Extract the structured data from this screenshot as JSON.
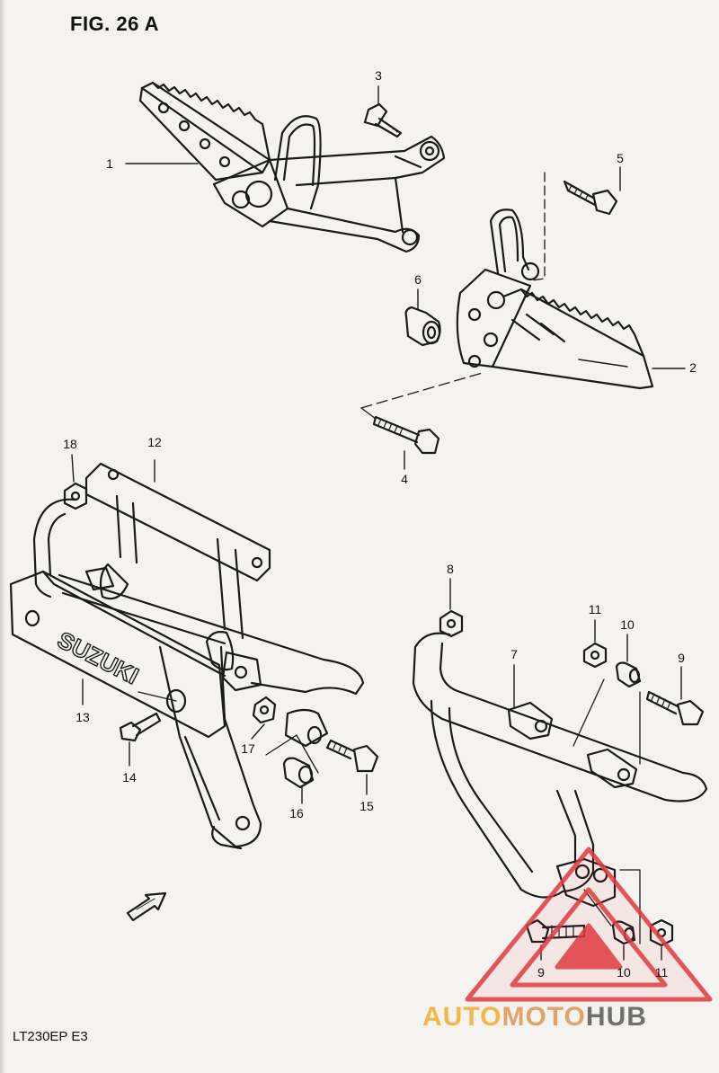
{
  "figure": {
    "title": "FIG. 26 A",
    "model_code": "LT230EP  E3"
  },
  "emblem_text": "SUZUKI",
  "watermark": {
    "part_a": "AUTO",
    "part_b": "MOTO",
    "part_c": "HUB"
  },
  "callouts": [
    {
      "id": "c1",
      "label": "1"
    },
    {
      "id": "c2",
      "label": "2"
    },
    {
      "id": "c3",
      "label": "3"
    },
    {
      "id": "c4",
      "label": "4"
    },
    {
      "id": "c5",
      "label": "5"
    },
    {
      "id": "c6",
      "label": "6"
    },
    {
      "id": "c7",
      "label": "7"
    },
    {
      "id": "c8",
      "label": "8"
    },
    {
      "id": "c9a",
      "label": "9"
    },
    {
      "id": "c9b",
      "label": "9"
    },
    {
      "id": "c10a",
      "label": "10"
    },
    {
      "id": "c10b",
      "label": "10"
    },
    {
      "id": "c11a",
      "label": "11"
    },
    {
      "id": "c11b",
      "label": "11"
    },
    {
      "id": "c12",
      "label": "12"
    },
    {
      "id": "c13",
      "label": "13"
    },
    {
      "id": "c14",
      "label": "14"
    },
    {
      "id": "c15",
      "label": "15"
    },
    {
      "id": "c16",
      "label": "16"
    },
    {
      "id": "c17",
      "label": "17"
    },
    {
      "id": "c18",
      "label": "18"
    }
  ],
  "colors": {
    "line": "#1a1a1a",
    "paper": "#f4f3ef",
    "watermark_red": "#e0393e"
  }
}
